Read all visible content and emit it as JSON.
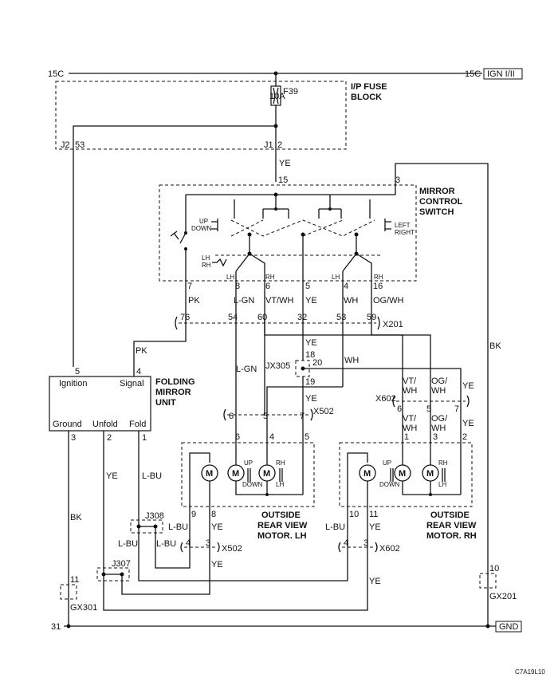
{
  "top": {
    "left_label": "15C",
    "right_label": "15C",
    "ign_box": "IGN I/II"
  },
  "fuse_block": {
    "title_line1": "I/P FUSE",
    "title_line2": "BLOCK",
    "fuse_name": "F39",
    "fuse_rating": "10A",
    "left_connector": "J2",
    "left_pin": "53",
    "right_connector": "J1",
    "right_pin": "2"
  },
  "switch": {
    "title_line1": "MIRROR",
    "title_line2": "CONTROL",
    "title_line3": "SWITCH",
    "pin_top": "15",
    "pin_right": "3",
    "up": "UP",
    "down": "DOWN",
    "left": "LEFT",
    "right": "RIGHT",
    "lh": "LH",
    "rh": "RH",
    "pins": [
      "7",
      "8",
      "6",
      "5",
      "4",
      "16"
    ],
    "pin_sub": [
      "LH",
      "RH",
      "LH",
      "RH"
    ]
  },
  "wires": {
    "ye": "YE",
    "pk": "PK",
    "lgn": "L-GN",
    "vtwh": "VT/WH",
    "wh": "WH",
    "ogwh": "OG/WH",
    "bk": "BK",
    "lbu": "L-BU",
    "vt": "VT/",
    "og": "OG/",
    "wh_suffix": "WH"
  },
  "x201": {
    "name": "X201",
    "pins": [
      "76",
      "54",
      "60",
      "32",
      "53",
      "59"
    ]
  },
  "jx305": {
    "name": "JX305",
    "pins": [
      "18",
      "20",
      "19"
    ]
  },
  "folding_unit": {
    "title_line1": "FOLDING",
    "title_line2": "MIRROR",
    "title_line3": "UNIT",
    "ignition": "Ignition",
    "signal": "Signal",
    "ground": "Ground",
    "unfold": "Unfold",
    "fold": "Fold",
    "pin_ignition": "5",
    "pin_signal": "4",
    "pin_ground": "3",
    "pin_unfold": "2",
    "pin_fold": "1"
  },
  "x502": {
    "name": "X502",
    "pins": [
      "6",
      "5",
      "7"
    ],
    "lower_pins": [
      "4",
      "3"
    ]
  },
  "x602": {
    "name": "X602",
    "pins": [
      "6",
      "5",
      "7"
    ],
    "lower_pins": [
      "4",
      "3"
    ]
  },
  "motor_lh": {
    "title_line1": "OUTSIDE",
    "title_line2": "REAR VIEW",
    "title_line3": "MOTOR. LH",
    "pins_top": [
      "6",
      "4",
      "5"
    ],
    "pins_bottom": [
      "9",
      "8"
    ],
    "m": "M"
  },
  "motor_rh": {
    "title_line1": "OUTSIDE",
    "title_line2": "REAR VIEW",
    "title_line3": "MOTOR. RH",
    "pins_top": [
      "1",
      "3",
      "2"
    ],
    "pins_bottom": [
      "10",
      "11"
    ],
    "m": "M"
  },
  "junctions": {
    "j308": "J308",
    "j307": "J307",
    "gx301": "GX301",
    "gx301_pin": "11",
    "gx201": "GX201",
    "gx201_pin": "10"
  },
  "ground": {
    "left_label": "31",
    "gnd_box": "GND"
  },
  "footer": {
    "code": "C7A19L10"
  }
}
